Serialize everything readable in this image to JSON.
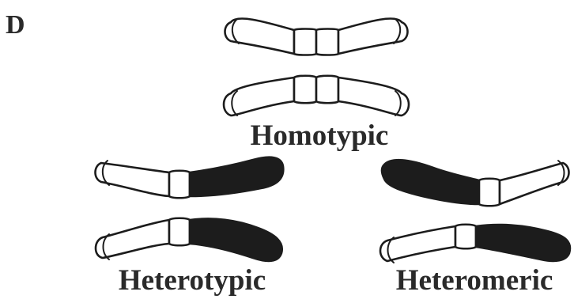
{
  "figure": {
    "panel_label": "D",
    "groups": [
      {
        "id": "homotypic",
        "label": "Homotypic"
      },
      {
        "id": "heterotypic",
        "label": "Heterotypic"
      },
      {
        "id": "heteromeric",
        "label": "Heteromeric"
      }
    ]
  }
}
